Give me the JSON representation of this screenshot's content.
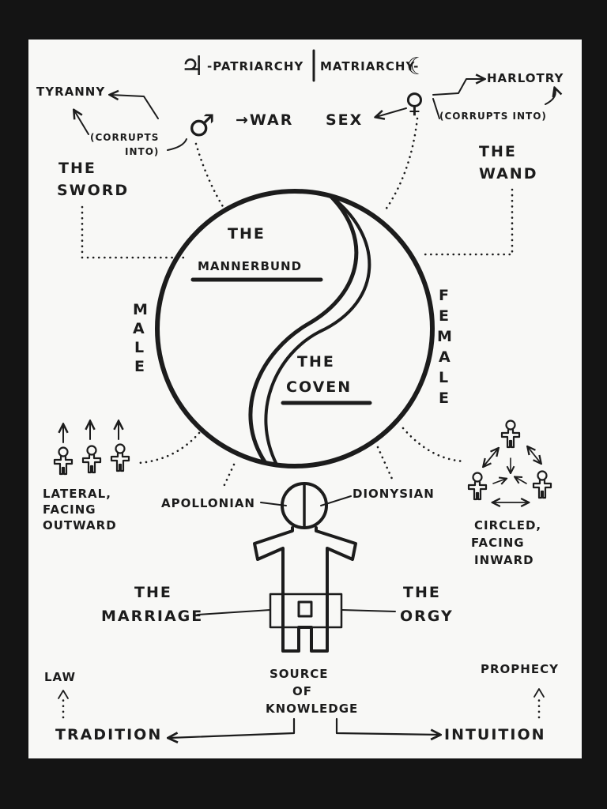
{
  "top": {
    "jupiter_symbol": "♃",
    "patriarchy": "-PATRIARCHY",
    "matriarchy": "MATRIARCHY-",
    "moon_symbol": "☾"
  },
  "masculine": {
    "symbol": "♂",
    "war": "→WAR",
    "tyranny": "TYRANNY",
    "corrupts_line1": "(CORRUPTS",
    "corrupts_line2": "INTO)",
    "sword_line1": "THE",
    "sword_line2": "SWORD"
  },
  "feminine": {
    "symbol": "♀",
    "sex": "SEX",
    "harlotry": "HARLOTRY",
    "corrupts": "(CORRUPTS INTO)",
    "wand_line1": "THE",
    "wand_line2": "WAND"
  },
  "circle": {
    "mannerbund_line1": "THE",
    "mannerbund_line2": "MANNERBUND",
    "coven_line1": "THE",
    "coven_line2": "COVEN",
    "male_letters": [
      "M",
      "A",
      "L",
      "E"
    ],
    "female_letters": [
      "F",
      "E",
      "M",
      "A",
      "L",
      "E"
    ]
  },
  "groups": {
    "lateral_line1": "LATERAL,",
    "lateral_line2": "FACING",
    "lateral_line3": "OUTWARD",
    "circled_line1": "CIRCLED,",
    "circled_line2": "FACING",
    "circled_line3": "INWARD"
  },
  "figure": {
    "apollonian": "APOLLONIAN",
    "dionysian": "DIONYSIAN",
    "marriage_line1": "THE",
    "marriage_line2": "MARRIAGE",
    "orgy_line1": "THE",
    "orgy_line2": "ORGY"
  },
  "bottom": {
    "law": "LAW",
    "tradition": "TRADITION",
    "source_line1": "SOURCE",
    "source_line2": "OF",
    "source_line3": "KNOWLEDGE",
    "prophecy": "PROPHECY",
    "intuition": "INTUITION"
  }
}
